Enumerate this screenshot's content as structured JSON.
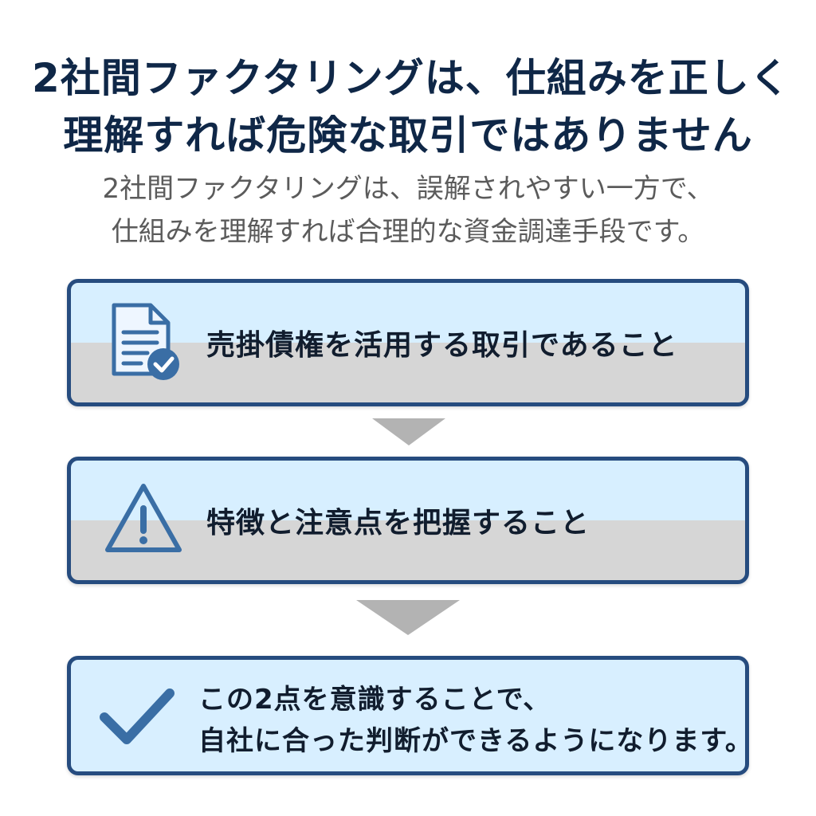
{
  "title": {
    "line1": "2社間ファクタリングは、仕組みを正しく",
    "line2": "理解すれば危険な取引ではありません"
  },
  "subtitle": {
    "line1": "2社間ファクタリングは、誤解されやすい一方で、",
    "line2": "仕組みを理解すれば合理的な資金調達手段です。"
  },
  "steps": [
    {
      "icon": "document-check-icon",
      "text": "売掛債権を活用する取引であること"
    },
    {
      "icon": "warning-icon",
      "text": "特徴と注意点を把握すること"
    },
    {
      "icon": "checkmark-icon",
      "text_line1": "この2点を意識することで、",
      "text_line2": "自社に合った判断ができるようになります。"
    }
  ],
  "colors": {
    "border": "#264c7f",
    "card_top": "#d7efff",
    "card_bottom": "#d6d6d6",
    "arrow": "#b3b3b3",
    "title": "#0f2747",
    "subtitle": "#5b5b5b"
  }
}
